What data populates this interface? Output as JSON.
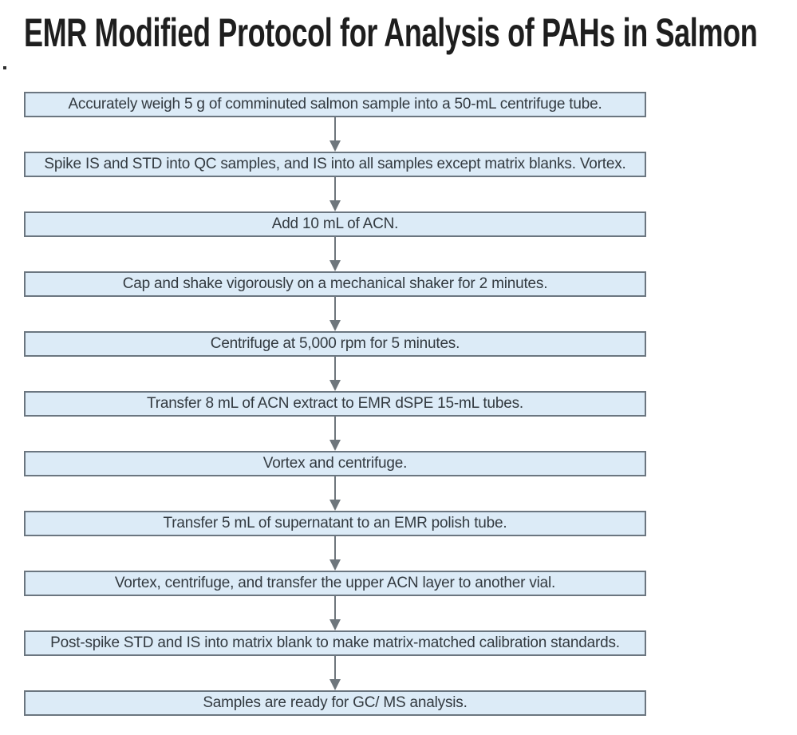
{
  "title": "EMR Modified Protocol for Analysis of PAHs in Salmon",
  "stray_mark": ".",
  "colors": {
    "box_fill": "#dcebf7",
    "box_border": "#6b7680",
    "arrow": "#6e767c",
    "text": "#333a40",
    "title_text": "#1e1e1e"
  },
  "flow": {
    "steps": [
      "Accurately weigh 5 g of comminuted salmon sample into a 50-mL centrifuge tube.",
      "Spike IS and STD into QC samples, and IS into all samples except matrix blanks. Vortex.",
      "Add 10 mL of ACN.",
      "Cap and shake vigorously on a mechanical shaker for 2 minutes.",
      "Centrifuge at 5,000 rpm for 5 minutes.",
      "Transfer 8 mL of ACN extract to EMR dSPE 15-mL tubes.",
      "Vortex and centrifuge.",
      "Transfer 5 mL of supernatant to an EMR polish tube.",
      "Vortex, centrifuge, and transfer the upper ACN layer to another vial.",
      "Post-spike STD and IS into matrix blank to make matrix-matched calibration standards.",
      "Samples are ready for GC/ MS analysis."
    ]
  }
}
